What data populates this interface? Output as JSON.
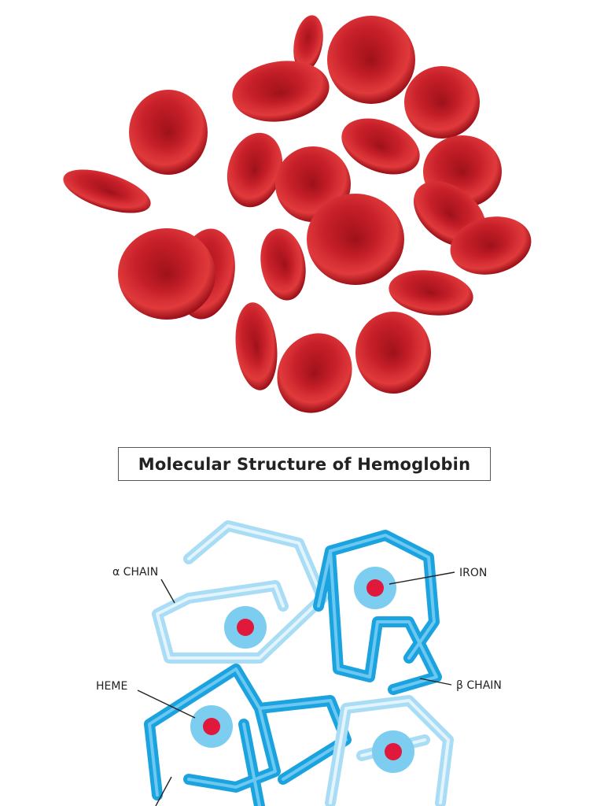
{
  "title": "Molecular Structure of Hemoglobin",
  "labels": {
    "alpha_chain": "α CHAIN",
    "iron": "IRON",
    "heme": "HEME",
    "beta_chain": "β CHAIN"
  },
  "colors": {
    "red_cell": "#c8202a",
    "light_chain": "#a9dcf5",
    "dark_chain": "#1ba3e0",
    "iron": "#e0183c"
  }
}
